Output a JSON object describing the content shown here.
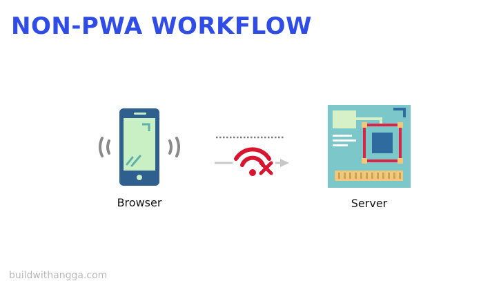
{
  "slide": {
    "title": "NON-PWA WORKFLOW",
    "watermark": "buildwithangga.com"
  },
  "diagram": {
    "client_label": "Browser",
    "server_label": "Server",
    "connection_status": "offline"
  },
  "icons": {
    "client": "smartphone-icon",
    "signal": "signal-waves-icon",
    "connection": "wifi-off-icon",
    "server": "circuit-board-icon"
  },
  "colors": {
    "title": "#2f4de6",
    "phone_body": "#2f5f8f",
    "phone_screen": "#c9f0c4",
    "wifi_off": "#d7152e",
    "board": "#7cc7c9",
    "chip_frame": "#d72447",
    "chip_core": "#2f6b9e",
    "pins": "#f2c77a"
  }
}
